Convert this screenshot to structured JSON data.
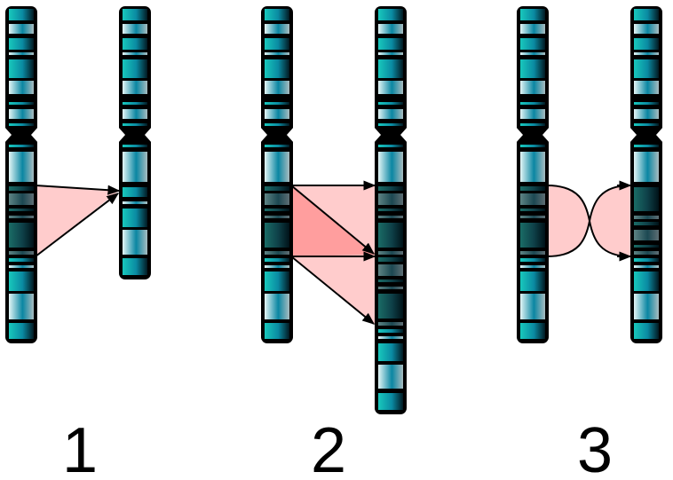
{
  "panels": [
    {
      "label": "1"
    },
    {
      "label": "2"
    },
    {
      "label": "3"
    }
  ],
  "colors": {
    "highlight": "#ffcccc",
    "highlight_dark": "#ff9e9e",
    "outline": "#000000"
  }
}
